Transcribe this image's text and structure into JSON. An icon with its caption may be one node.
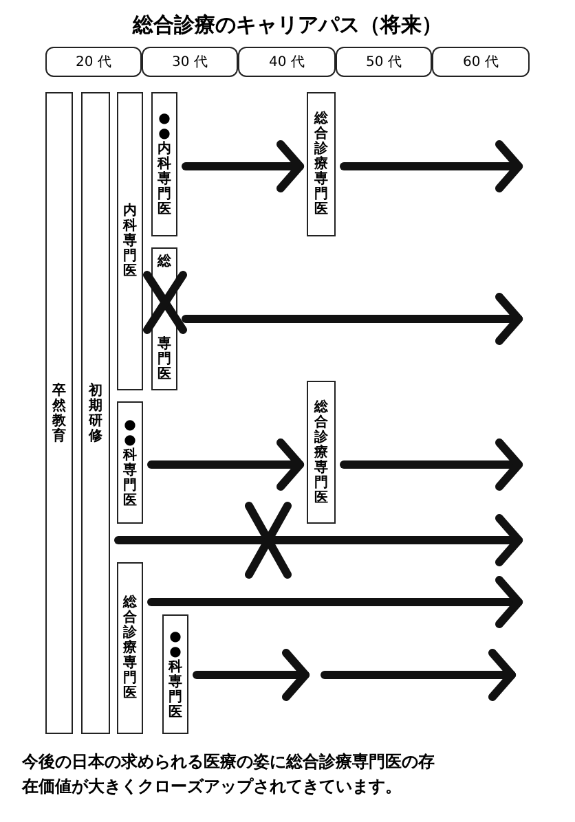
{
  "diagram": {
    "title": "総合診療のキャリアパス（将来）",
    "caption": "今後の日本の求められる医療の姿に総合診療専門医の存在価値が大きくクローズアップされてきています。",
    "nodes": [
      {
        "text": [
          "20 代"
        ]
      },
      {
        "text": [
          "30 代"
        ]
      },
      {
        "text": [
          "40 代"
        ]
      },
      {
        "text": [
          "50 代"
        ]
      },
      {
        "text": [
          "60 代"
        ]
      },
      {
        "text": [
          "卒然教育"
        ]
      },
      {
        "text": [
          "初期研修"
        ]
      },
      {
        "text": [
          "内科専門医"
        ]
      },
      {
        "text": [
          "●●内科専門医"
        ]
      },
      {
        "text": [
          "総合診療専門医"
        ]
      },
      {
        "text": [
          "総",
          "専門医"
        ]
      },
      {
        "text": [
          "●●科専門医"
        ]
      },
      {
        "text": [
          "総合診療専門医"
        ]
      },
      {
        "text": [
          "総合診療専門医"
        ]
      },
      {
        "text": [
          "●●科専門医"
        ]
      }
    ],
    "edges": [
      {
        "from": 8,
        "to": 9,
        "arrow": "to"
      },
      {
        "from": 9,
        "to": null,
        "arrow": "to"
      },
      {
        "from": 10,
        "to": null,
        "arrow": "to"
      },
      {
        "from": 11,
        "to": 12,
        "arrow": "to"
      },
      {
        "from": 12,
        "to": null,
        "arrow": "to"
      },
      {
        "from": 6,
        "to": null,
        "arrow": "to"
      },
      {
        "from": 13,
        "to": null,
        "arrow": "to"
      },
      {
        "from": 14,
        "to": null,
        "arrow": "to"
      }
    ]
  }
}
